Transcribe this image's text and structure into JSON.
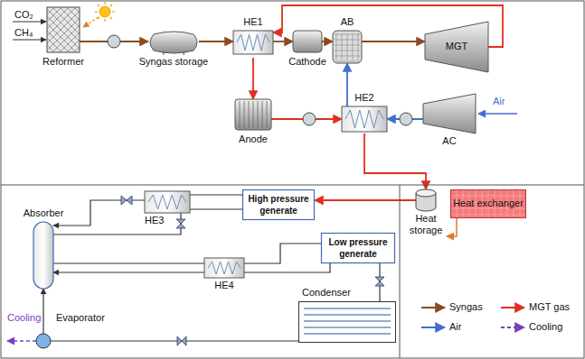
{
  "diagram": {
    "nodes": [
      {
        "text": [
          "Reformer"
        ]
      },
      {
        "text": [
          "Syngas storage"
        ]
      },
      {
        "text": [
          "HE1"
        ]
      },
      {
        "text": [
          "Cathode"
        ]
      },
      {
        "text": [
          "AB"
        ]
      },
      {
        "text": [
          "MGT"
        ]
      },
      {
        "text": [
          "Anode"
        ]
      },
      {
        "text": [
          "HE2"
        ]
      },
      {
        "text": [
          "AC"
        ]
      },
      {
        "text": [
          "HE3"
        ]
      },
      {
        "text": [
          "High pressure generate"
        ]
      },
      {
        "text": [
          "Heat storage"
        ]
      },
      {
        "text": [
          "Heat exchanger"
        ]
      },
      {
        "text": [
          "Absorber"
        ]
      },
      {
        "text": [
          "HE4"
        ]
      },
      {
        "text": [
          "Low pressure generate"
        ]
      },
      {
        "text": [
          "Condenser"
        ]
      },
      {
        "text": [
          "Evaporator"
        ]
      }
    ],
    "edges": [
      {
        "from": 0,
        "to": 1,
        "arrow": "to"
      },
      {
        "from": 1,
        "to": 2,
        "arrow": "to"
      },
      {
        "from": 2,
        "to": 3,
        "arrow": "to"
      },
      {
        "from": 3,
        "to": 4,
        "arrow": "to"
      },
      {
        "from": 4,
        "to": 5,
        "arrow": "to"
      },
      {
        "from": 5,
        "to": 2,
        "arrow": "to"
      },
      {
        "from": 2,
        "to": 6,
        "arrow": "to"
      },
      {
        "from": 6,
        "to": 7,
        "arrow": "to"
      },
      {
        "from": 8,
        "to": 7,
        "arrow": "to"
      },
      {
        "from": 7,
        "to": 4,
        "arrow": "to"
      },
      {
        "from": 7,
        "to": 11,
        "arrow": "to"
      },
      {
        "from": 11,
        "to": 10,
        "arrow": "to"
      },
      {
        "from": 9,
        "to": 10,
        "arrow": "none"
      },
      {
        "from": 10,
        "to": 9,
        "arrow": "none"
      },
      {
        "from": 13,
        "to": 9,
        "arrow": "none"
      },
      {
        "from": 9,
        "to": 13,
        "arrow": "to"
      },
      {
        "from": 13,
        "to": 14,
        "arrow": "none"
      },
      {
        "from": 14,
        "to": 15,
        "arrow": "none"
      },
      {
        "from": 15,
        "to": 14,
        "arrow": "none"
      },
      {
        "from": 14,
        "to": 13,
        "arrow": "to"
      },
      {
        "from": 15,
        "to": 16,
        "arrow": "none"
      },
      {
        "from": 16,
        "to": 17,
        "arrow": "none"
      },
      {
        "from": 17,
        "to": 13,
        "arrow": "to"
      }
    ],
    "labels": [
      "CO₂",
      "CH₄",
      "Air",
      "Cooling"
    ],
    "legend": [
      {
        "text": "Syngas"
      },
      {
        "text": "MGT gas"
      },
      {
        "text": "Air"
      },
      {
        "text": "Cooling"
      }
    ]
  }
}
